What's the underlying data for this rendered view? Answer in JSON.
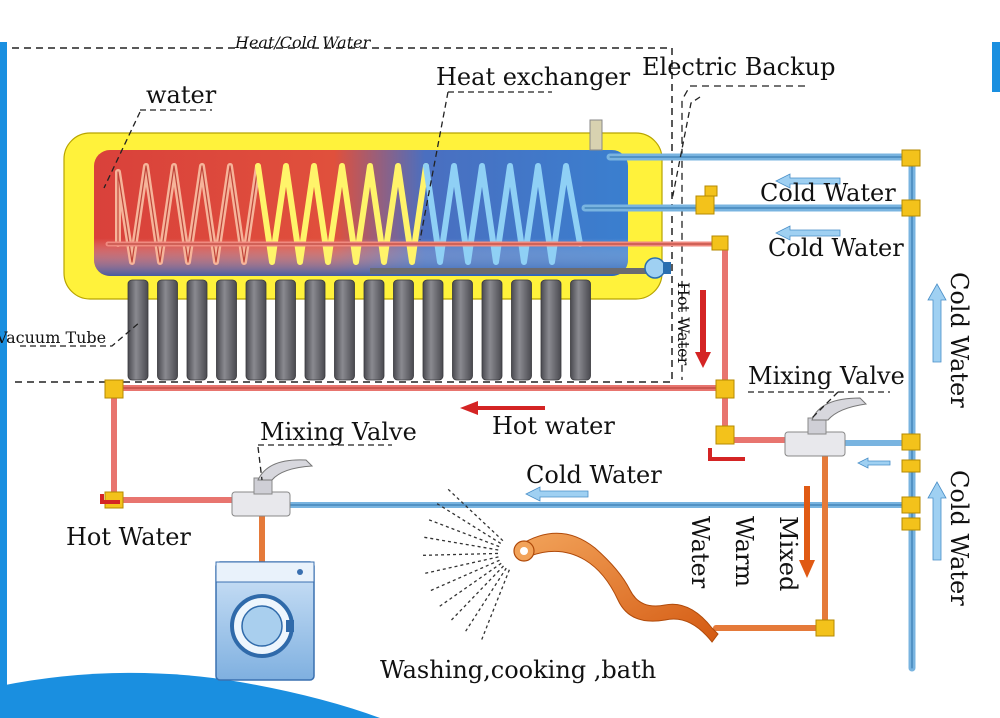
{
  "labels": {
    "top_cut": "Heat/Cold Water",
    "water": "water",
    "heat_exchanger": "Heat exchanger",
    "electric_backup": "Electric Backup",
    "vacuum_tube": "Vacuum Tube",
    "cold_water_top1": "Cold Water",
    "cold_water_top2": "Cold Water",
    "cold_water_right_upper": "Cold Water",
    "cold_water_right_lower": "Cold Water",
    "hot_water_vertical": "Hot Water",
    "mixing_valve_right": "Mixing Valve",
    "mixing_valve_left": "Mixing Valve",
    "hot_water_middle": "Hot water",
    "cold_water_middle": "Cold Water",
    "hot_water_left": "Hot Water",
    "warm_water_word1": "Warm",
    "warm_water_word2": "Water",
    "mixed_water_word1": "Mixed",
    "washing": "Washing,cooking ,bath"
  },
  "colors": {
    "hot_pipe": "#e8756f",
    "cold_pipe": "#79b4e0",
    "frame_yellow": "#fff23b",
    "tank_red": "#d9413b",
    "tank_blue": "#3a7fcf",
    "coil_yellow": "#fff46a",
    "coil_blue": "#7fc3f0",
    "tube_gray": "#6b6b70",
    "fitting": "#f3c21b",
    "arrow_red": "#d42424",
    "arrow_blue": "#9fd0f2",
    "shower": "#e56a1c",
    "accent_blue": "#1a8fe0"
  },
  "icons": [
    "mixing-valve-icon",
    "shower-hose-icon",
    "washing-machine-icon",
    "electric-backup-icon"
  ]
}
